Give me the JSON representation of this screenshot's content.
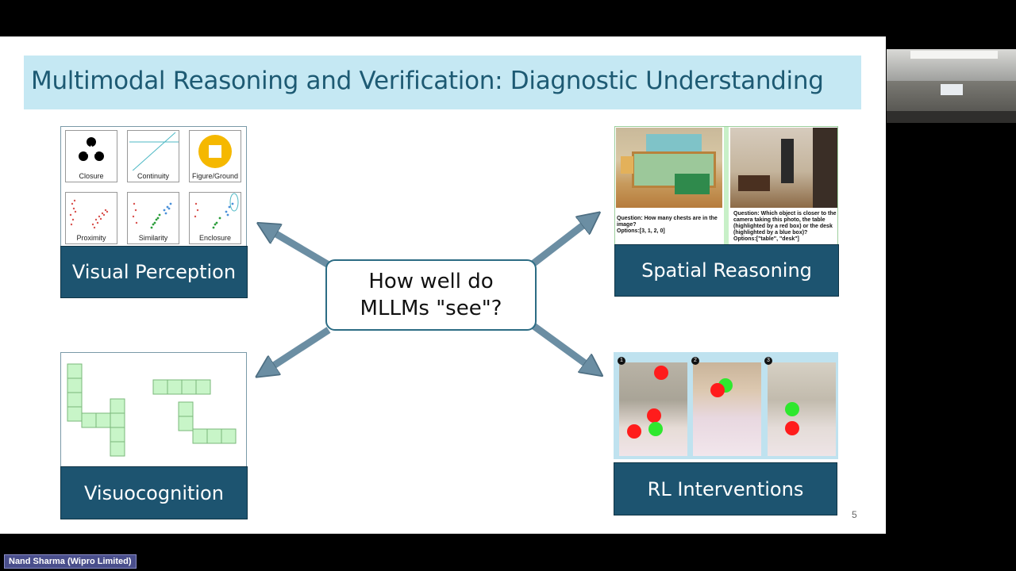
{
  "slide": {
    "title": "Multimodal Reasoning and Verification: Diagnostic Understanding",
    "center_question_line1": "How well do",
    "center_question_line2": "MLLMs \"see\"?",
    "page_number": "5",
    "sections": {
      "visual_perception": {
        "label": "Visual Perception",
        "cells": [
          "Closure",
          "Continuity",
          "Figure/Ground",
          "Proximity",
          "Similarity",
          "Enclosure"
        ]
      },
      "spatial_reasoning": {
        "label": "Spatial Reasoning",
        "q1": "Question: How many chests are in the image?",
        "q1_options": "Options:[3, 1, 2, 0]",
        "q2": "Question: Which object is closer to the camera taking this photo, the table (highlighted by a red box) or the desk (highlighted by a blue box)?",
        "q2_options": "Options:[\"table\", \"desk\"]"
      },
      "visuocognition": {
        "label": "Visuocognition"
      },
      "rl_interventions": {
        "label": "RL Interventions",
        "steps": [
          "1",
          "2",
          "3"
        ]
      }
    }
  },
  "participant": {
    "name": "Nand Sharma (Wipro Limited)"
  },
  "colors": {
    "accent": "#1d5470",
    "title_bg": "#c5e8f3",
    "arrow": "#6b8ea3"
  }
}
